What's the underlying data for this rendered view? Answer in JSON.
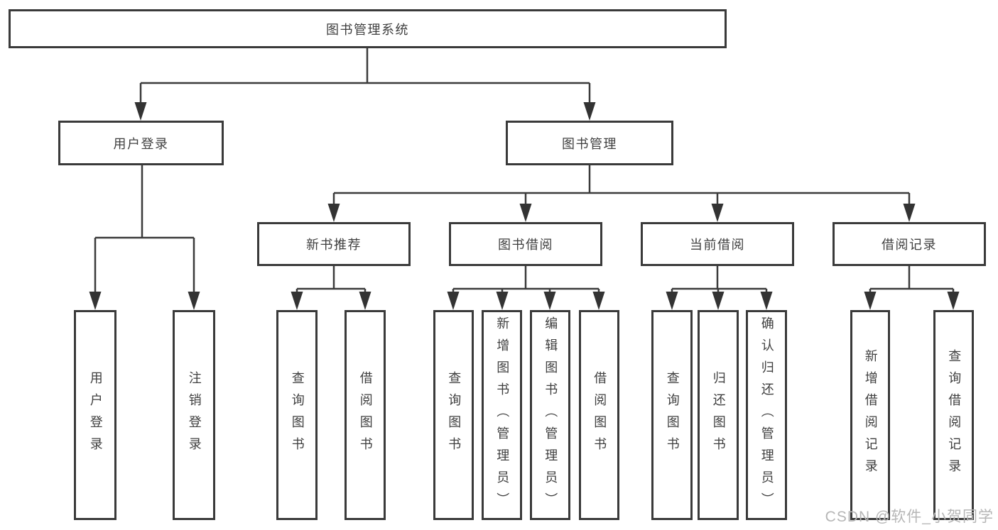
{
  "diagram": {
    "title": "图书管理系统",
    "watermark": "CSDN @软件_小贺同学",
    "colors": {
      "line": "#3b3b3b",
      "box_border": "#3a3a3a",
      "box_fill": "#ffffff",
      "text": "#3f3f3f",
      "watermark": "#b6b6b6"
    },
    "nodes": {
      "root": "图书管理系统",
      "user_login": "用户登录",
      "book_mgmt": "图书管理",
      "new_book_rec": "新书推荐",
      "book_borrow": "图书借阅",
      "current_borrow": "当前借阅",
      "borrow_records": "借阅记录",
      "ul_login": "用户登录",
      "ul_logout": "注销登录",
      "nb_query": "查询图书",
      "nb_borrow": "借阅图书",
      "bb_query": "查询图书",
      "bb_add": "新增图书（管理员）",
      "bb_edit": "编辑图书（管理员）",
      "bb_borrow": "借阅图书",
      "cb_query": "查询图书",
      "cb_return": "归还图书",
      "cb_confirm": "确认归还（管理员）",
      "br_add": "新增借阅记录",
      "br_query": "查询借阅记录"
    },
    "hierarchy": {
      "图书管理系统": {
        "用户登录": [
          "用户登录",
          "注销登录"
        ],
        "图书管理": {
          "新书推荐": [
            "查询图书",
            "借阅图书"
          ],
          "图书借阅": [
            "查询图书",
            "新增图书（管理员）",
            "编辑图书（管理员）",
            "借阅图书"
          ],
          "当前借阅": [
            "查询图书",
            "归还图书",
            "确认归还（管理员）"
          ],
          "借阅记录": [
            "新增借阅记录",
            "查询借阅记录"
          ]
        }
      }
    }
  }
}
